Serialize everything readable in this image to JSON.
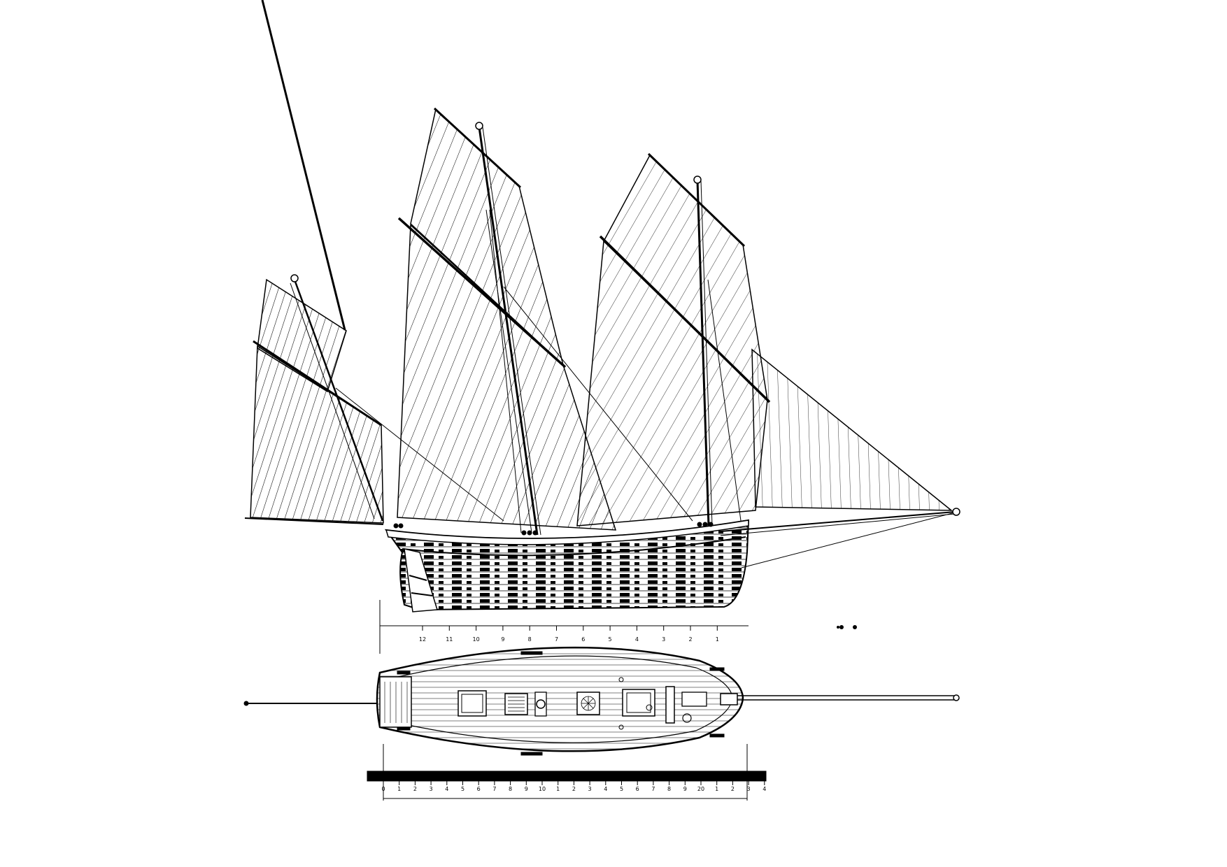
{
  "scale_top": {
    "labels": [
      "12",
      "11",
      "10",
      "9",
      "8",
      "7",
      "6",
      "5",
      "4",
      "3",
      "2",
      "1"
    ]
  },
  "scale_bottom": {
    "labels": [
      "0",
      "1",
      "2",
      "3",
      "4",
      "5",
      "6",
      "7",
      "8",
      "9",
      "10",
      "1",
      "2",
      "3",
      "4",
      "5",
      "6",
      "7",
      "8",
      "9",
      "20",
      "1",
      "2",
      "3",
      "4"
    ]
  },
  "colors": {
    "ink": "#000000",
    "paper": "#ffffff"
  },
  "icons": [
    "masthead-ball-icon",
    "bowsprit-ball-icon",
    "compass-rose-icon"
  ]
}
